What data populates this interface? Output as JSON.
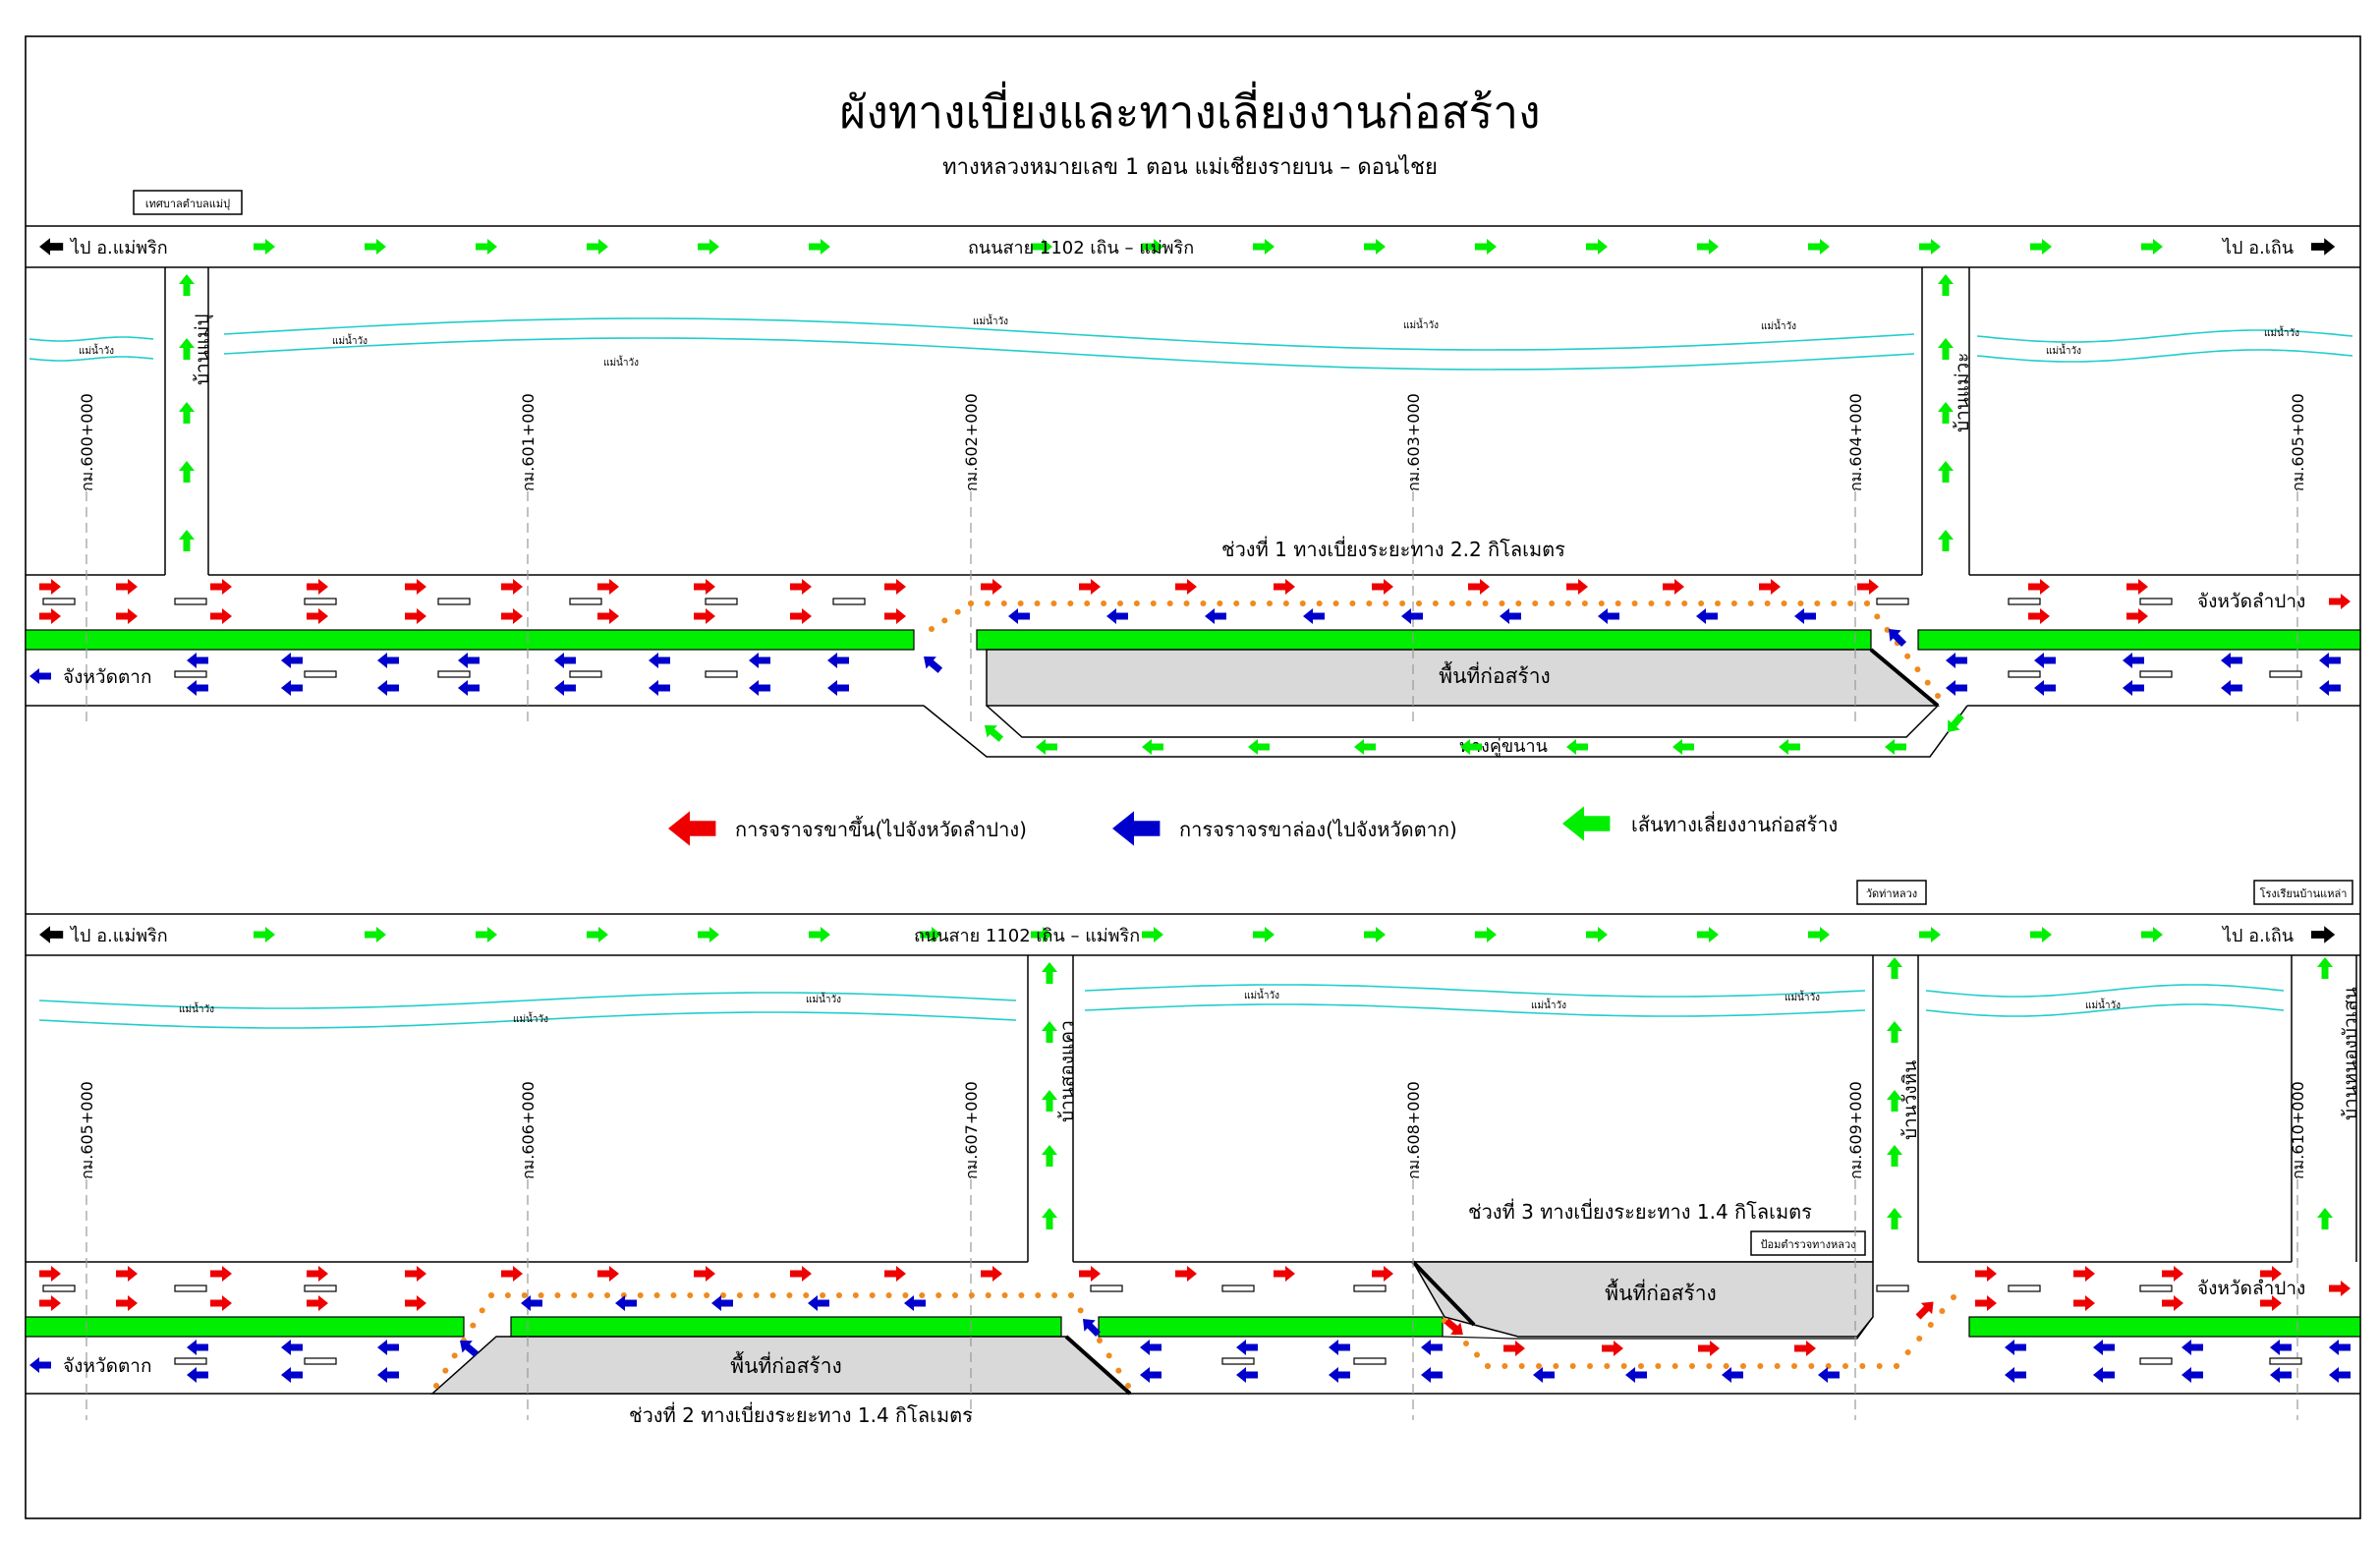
{
  "title": "ผังทางเบี่ยงและทางเลี่ยงงานก่อสร้าง",
  "subtitle": "ทางหลวงหมายเลข  1  ตอน  แม่เชียงรายบน  –  ดอนไชย",
  "landmarks": {
    "municipality": "เทศบาลตำบลแม่ปุ",
    "temple": "วัดท่าหลวง",
    "school": "โรงเรียนบ้านแหล่า",
    "highway_police": "ป้อมตำรวจทางหลวง"
  },
  "top_road": {
    "left": "ไป  อ.แม่พริก",
    "name": "ถนนสาย  1102  เถิน  –  แม่พริก",
    "right": "ไป  อ.เถิน"
  },
  "river": "แม่น้ำวัง",
  "villages": {
    "p1_left": "บ้านแม่ปุ",
    "p1_right": "บ้านแม่วะ",
    "p2_a": "บ้านสองแคว",
    "p2_b": "บ้านวังหิน",
    "p2_c": "บ้านหนองบัวเสน"
  },
  "km_posts_1": [
    "กม.600+000",
    "กม.601+000",
    "กม.602+000",
    "กม.603+000",
    "กม.604+000",
    "กม.605+000"
  ],
  "km_posts_2": [
    "กม.605+000",
    "กม.606+000",
    "กม.607+000",
    "กม.608+000",
    "กม.609+000",
    "กม.610+000"
  ],
  "directions": {
    "lampang": "จังหวัดลำปาง",
    "tak": "จังหวัดตาก"
  },
  "sections": {
    "s1": "ช่วงที่  1  ทางเบี่ยงระยะทาง  2.2  กิโลเมตร",
    "s2": "ช่วงที่  2  ทางเบี่ยงระยะทาง  1.4  กิโลเมตร",
    "s3": "ช่วงที่  3  ทางเบี่ยงระยะทาง  1.4  กิโลเมตร"
  },
  "construction_area": "พื้นที่ก่อสร้าง",
  "frontage_road": "ทางคู่ขนาน",
  "legend": {
    "up": "การจราจรขาขึ้น(ไปจังหวัดลำปาง)",
    "down": "การจราจรขาล่อง(ไปจังหวัดตาก)",
    "detour": "เส้นทางเลี่ยงงานก่อสร้าง"
  },
  "colors": {
    "up": "#ee0000",
    "down": "#0000cc",
    "detour": "#00ee00",
    "median": "#00ee00",
    "river": "#22cccc",
    "construction": "#d9d9d9",
    "dots": "#f08a1e"
  }
}
